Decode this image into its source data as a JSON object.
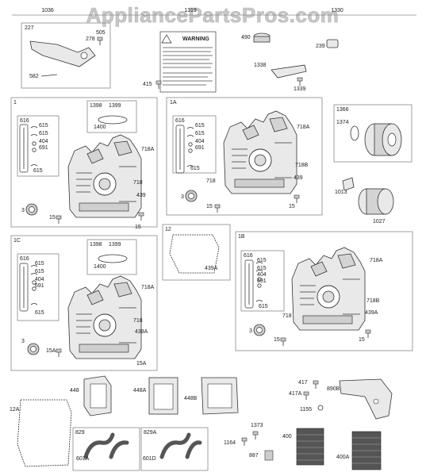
{
  "watermark": "AppliancePartsPros.com",
  "headers": [
    "1036",
    "1319",
    "1330"
  ],
  "warning_label": {
    "title": "WARNING"
  },
  "panels": {
    "p227": "227",
    "p1": "1",
    "p1A": "1A",
    "p1B": "1B",
    "p1C": "1C",
    "p12": "12",
    "p1366": "1366",
    "p616_a": "616",
    "p616_b": "616",
    "p616_c": "616",
    "p616_d": "616",
    "p1398_a": "1398",
    "p1398_b": "1398",
    "p829": "829",
    "p829A": "829A"
  },
  "callouts": {
    "c505": "505",
    "c278": "278",
    "c582": "582",
    "c415": "415",
    "c490": "490",
    "c239": "239",
    "c1338": "1338",
    "c1339": "1339",
    "c1399a": "1399",
    "c1400a": "1400",
    "c1374": "1374",
    "c615a1": "615",
    "c615a2": "615",
    "c404a": "404",
    "c691a": "691",
    "c615a3": "615",
    "c718Aa": "718A",
    "c718a": "718",
    "c439a": "439",
    "c3a": "3",
    "c15a1": "15",
    "c15a2": "15",
    "c615b1": "615",
    "c615b2": "615",
    "c404b": "404",
    "c691b": "691",
    "c615b3": "615",
    "c718Ab": "718A",
    "c718Bb": "718B",
    "c439b": "439",
    "c718b": "718",
    "c3b": "3",
    "c15b1": "15",
    "c15b2": "15",
    "c1013": "1013",
    "c1027": "1027",
    "c439Ac": "439A",
    "c615c1": "615",
    "c615c2": "615",
    "c404c": "404",
    "c691c": "691",
    "c615c3": "615",
    "c718Ac": "718A",
    "c718Bc": "718B",
    "c439Ad": "439A",
    "c718c": "718",
    "c3c": "3",
    "c15c1": "15",
    "c15c2": "15",
    "c1399d": "1399",
    "c1400d": "1400",
    "c615d1": "615",
    "c615d2": "615",
    "c404d": "404",
    "c691d": "691",
    "c615d3": "615",
    "c718Ad": "718A",
    "c718d": "718",
    "c439Ae": "439A",
    "c3d": "3",
    "c15Ad1": "15A",
    "c15Ad2": "15A",
    "c448": "448",
    "c448A": "448A",
    "c448B": "448B",
    "c417": "417",
    "c417A": "417A",
    "c890B": "890B",
    "c1155": "1155",
    "c12A": "12A",
    "c601A": "601A",
    "c601D": "601D",
    "c1373": "1373",
    "c1164": "1164",
    "c887": "887",
    "c400": "400",
    "c400A": "400A"
  }
}
